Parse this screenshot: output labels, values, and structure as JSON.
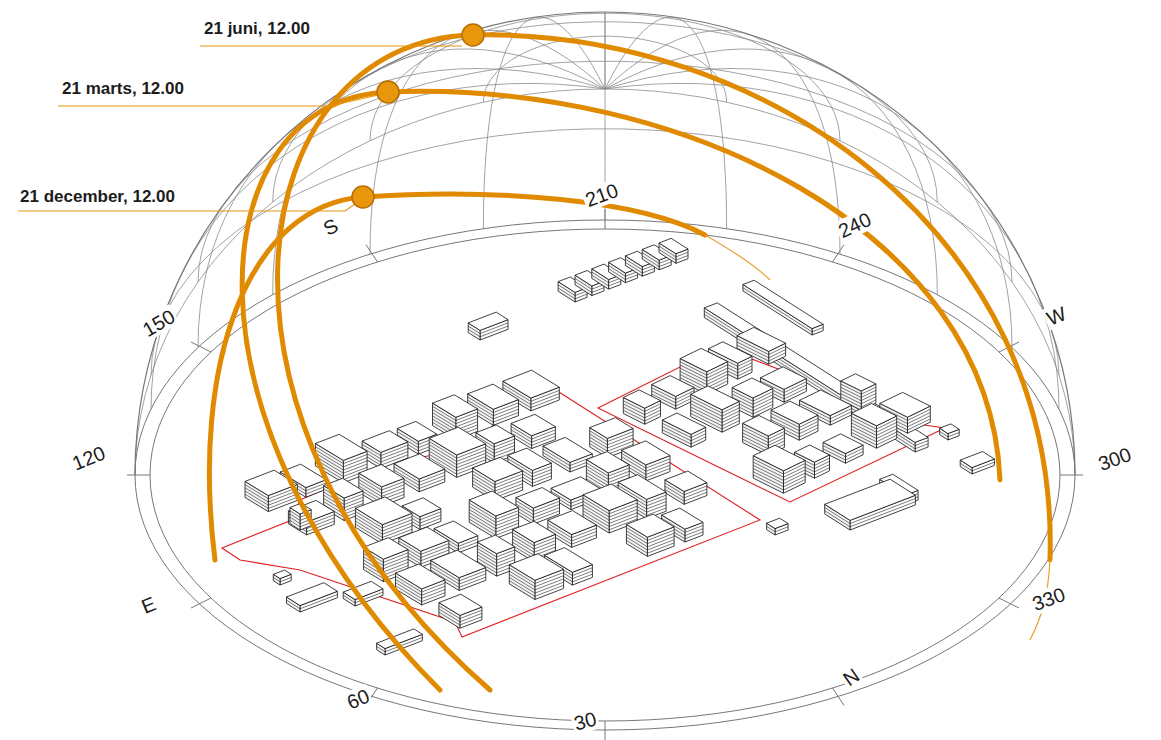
{
  "diagram": {
    "labels": [
      "21 juni, 12.00",
      "21 marts, 12.00",
      "21 december, 12.00",
      "S",
      "210",
      "240",
      "W",
      "300",
      "330",
      "N",
      "30",
      "60",
      "E",
      "120",
      "150"
    ]
  }
}
